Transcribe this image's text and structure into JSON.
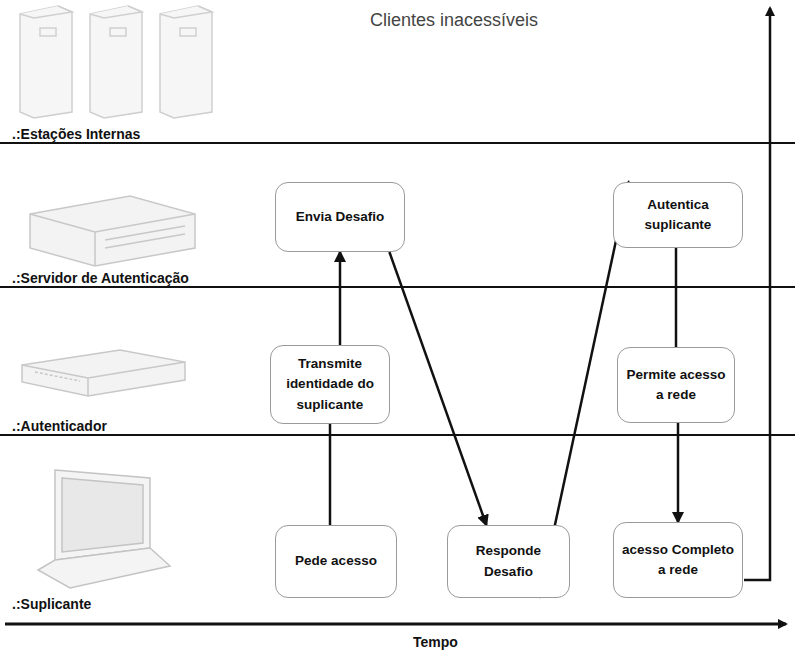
{
  "diagram": {
    "nodes": [
      {
        "text": [
          "Envia Desafio"
        ]
      },
      {
        "text": [
          "Autentica suplicante"
        ]
      },
      {
        "text": [
          "Transmite identidade do suplicante"
        ]
      },
      {
        "text": [
          "Permite acesso a rede"
        ]
      },
      {
        "text": [
          "Pede acesso"
        ]
      },
      {
        "text": [
          "Responde Desafio"
        ]
      },
      {
        "text": [
          "acesso Completo a rede"
        ]
      }
    ],
    "edges": [
      {
        "from": 4,
        "to": 2,
        "arrow": "none"
      },
      {
        "from": 2,
        "to": 0,
        "arrow": "to"
      },
      {
        "from": 0,
        "to": 5,
        "arrow": "to"
      },
      {
        "from": 5,
        "to": 1,
        "arrow": "to"
      },
      {
        "from": 1,
        "to": 3,
        "arrow": "none"
      },
      {
        "from": 3,
        "to": 6,
        "arrow": "to"
      }
    ],
    "labels": [
      ".:Estações Internas",
      ".:Servidor de Autenticação",
      ".:Autenticador",
      ".:Suplicante",
      "Clientes inacessíveis",
      "Tempo"
    ]
  }
}
